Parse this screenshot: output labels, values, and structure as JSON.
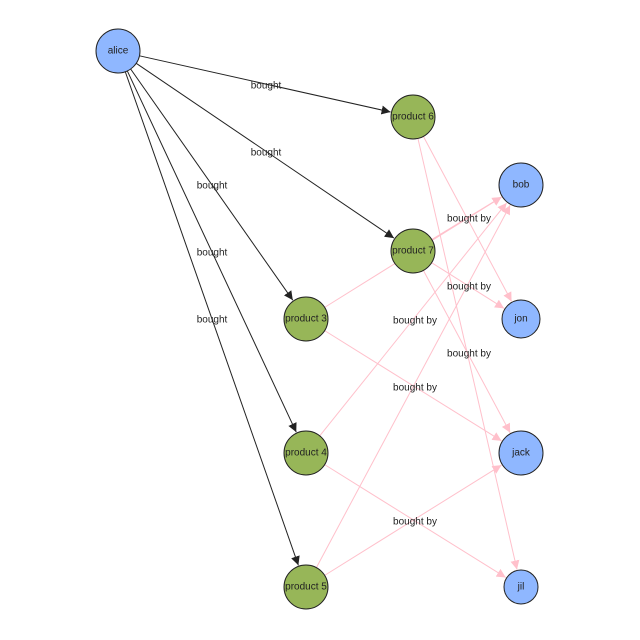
{
  "colors": {
    "person": "#8fb7ff",
    "product": "#97b658",
    "node_stroke": "#222222",
    "edge_bought": "#222222",
    "edge_bought_by": "#ffc0cb"
  },
  "nodes": [
    {
      "id": "alice",
      "label": "alice",
      "kind": "person"
    },
    {
      "id": "p6",
      "label": "product 6",
      "kind": "product"
    },
    {
      "id": "p7",
      "label": "product 7",
      "kind": "product"
    },
    {
      "id": "p3",
      "label": "product 3",
      "kind": "product"
    },
    {
      "id": "p4",
      "label": "product 4",
      "kind": "product"
    },
    {
      "id": "p5",
      "label": "product 5",
      "kind": "product"
    },
    {
      "id": "bob",
      "label": "bob",
      "kind": "person"
    },
    {
      "id": "jon",
      "label": "jon",
      "kind": "person"
    },
    {
      "id": "jack",
      "label": "jack",
      "kind": "person"
    },
    {
      "id": "jil",
      "label": "jil",
      "kind": "person"
    }
  ],
  "edges": [
    {
      "from": "alice",
      "to": "p6",
      "kind": "bought",
      "label": "bought"
    },
    {
      "from": "alice",
      "to": "p7",
      "kind": "bought",
      "label": "bought"
    },
    {
      "from": "alice",
      "to": "p3",
      "kind": "bought",
      "label": "bought"
    },
    {
      "from": "alice",
      "to": "p4",
      "kind": "bought",
      "label": "bought"
    },
    {
      "from": "alice",
      "to": "p5",
      "kind": "bought",
      "label": "bought"
    },
    {
      "from": "p7",
      "to": "bob",
      "kind": "bought_by",
      "label": "bought by"
    },
    {
      "from": "p7",
      "to": "jon",
      "kind": "bought_by",
      "label": "bought by"
    },
    {
      "from": "p7",
      "to": "jack",
      "kind": "bought_by",
      "label": "bought by"
    },
    {
      "from": "p4",
      "to": "bob",
      "kind": "bought_by",
      "label": "bought by"
    },
    {
      "from": "p3",
      "to": "jack",
      "kind": "bought_by",
      "label": "bought by"
    },
    {
      "from": "p4",
      "to": "jil",
      "kind": "bought_by",
      "label": "bought by"
    },
    {
      "from": "p6",
      "to": "jon",
      "kind": "bought_by",
      "label": ""
    },
    {
      "from": "p6",
      "to": "jil",
      "kind": "bought_by",
      "label": ""
    },
    {
      "from": "p3",
      "to": "bob",
      "kind": "bought_by",
      "label": ""
    },
    {
      "from": "p5",
      "to": "bob",
      "kind": "bought_by",
      "label": ""
    },
    {
      "from": "p5",
      "to": "jack",
      "kind": "bought_by",
      "label": ""
    }
  ]
}
